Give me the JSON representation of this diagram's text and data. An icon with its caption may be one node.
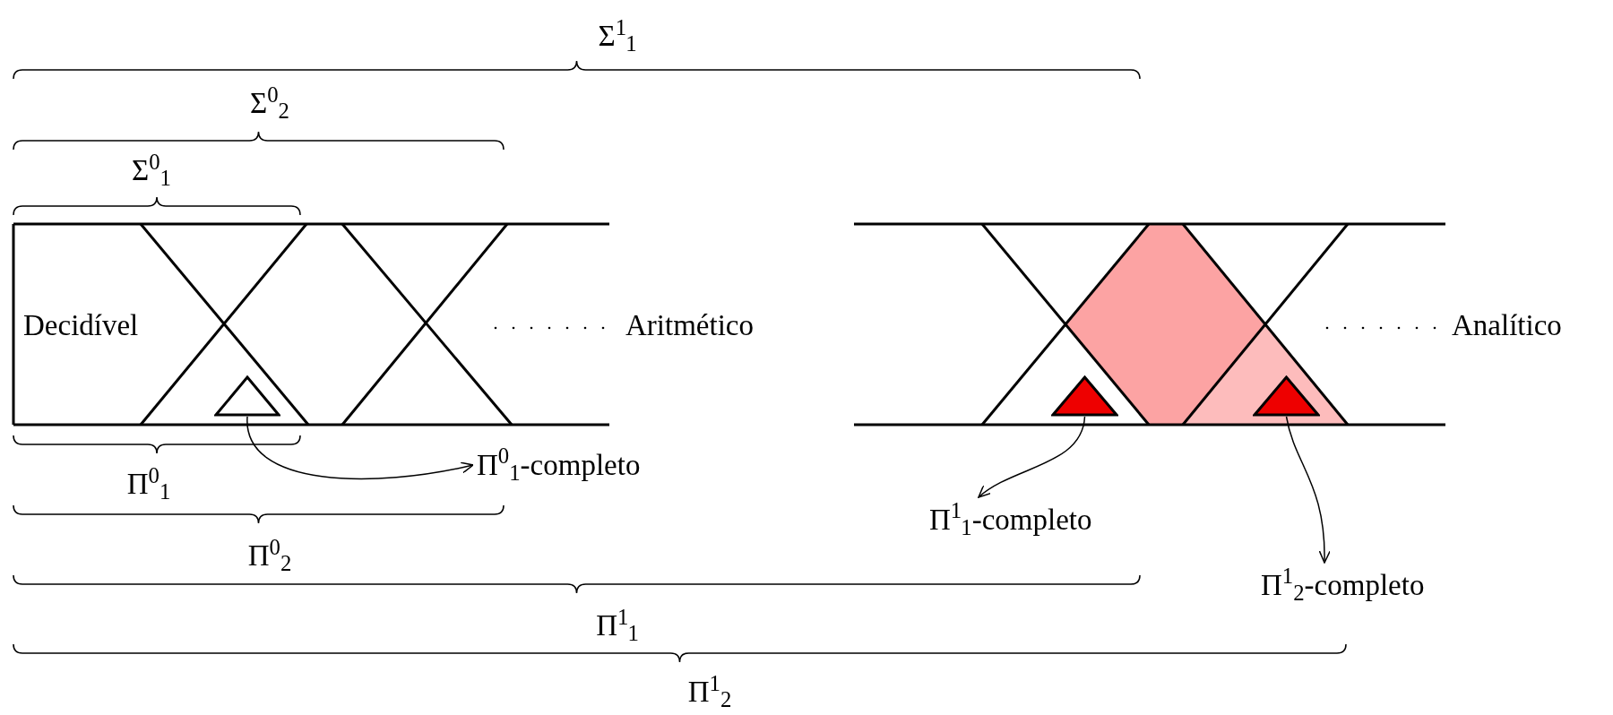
{
  "diagram": {
    "nodes": [
      {
        "text": [
          "Decidível"
        ]
      },
      {
        "text": [
          "Aritmético"
        ]
      },
      {
        "text": [
          "Analítico"
        ]
      },
      {
        "text": [],
        "shape": "triangle"
      },
      {
        "text": [
          "Π$^{0}$$_{1}$-completo"
        ]
      },
      {
        "text": [],
        "shape": "triangle"
      },
      {
        "text": [
          "Π$^{1}$$_{1}$-completo"
        ]
      },
      {
        "text": [],
        "shape": "triangle"
      },
      {
        "text": [
          "Π$^{1}$$_{2}$-completo"
        ]
      }
    ],
    "edges": [
      {
        "from": 3,
        "to": 4,
        "arrow": "to"
      },
      {
        "from": 5,
        "to": 6,
        "arrow": "to"
      },
      {
        "from": 7,
        "to": 8,
        "arrow": "to"
      }
    ],
    "labels": [
      "Σ$^{1}$$_{1}$",
      "Σ$^{0}$$_{2}$",
      "Σ$^{0}$$_{1}$",
      "Π$^{0}$$_{1}$",
      "Π$^{0}$$_{2}$",
      "Π$^{1}$$_{1}$",
      "Π$^{1}$$_{2}$"
    ]
  }
}
